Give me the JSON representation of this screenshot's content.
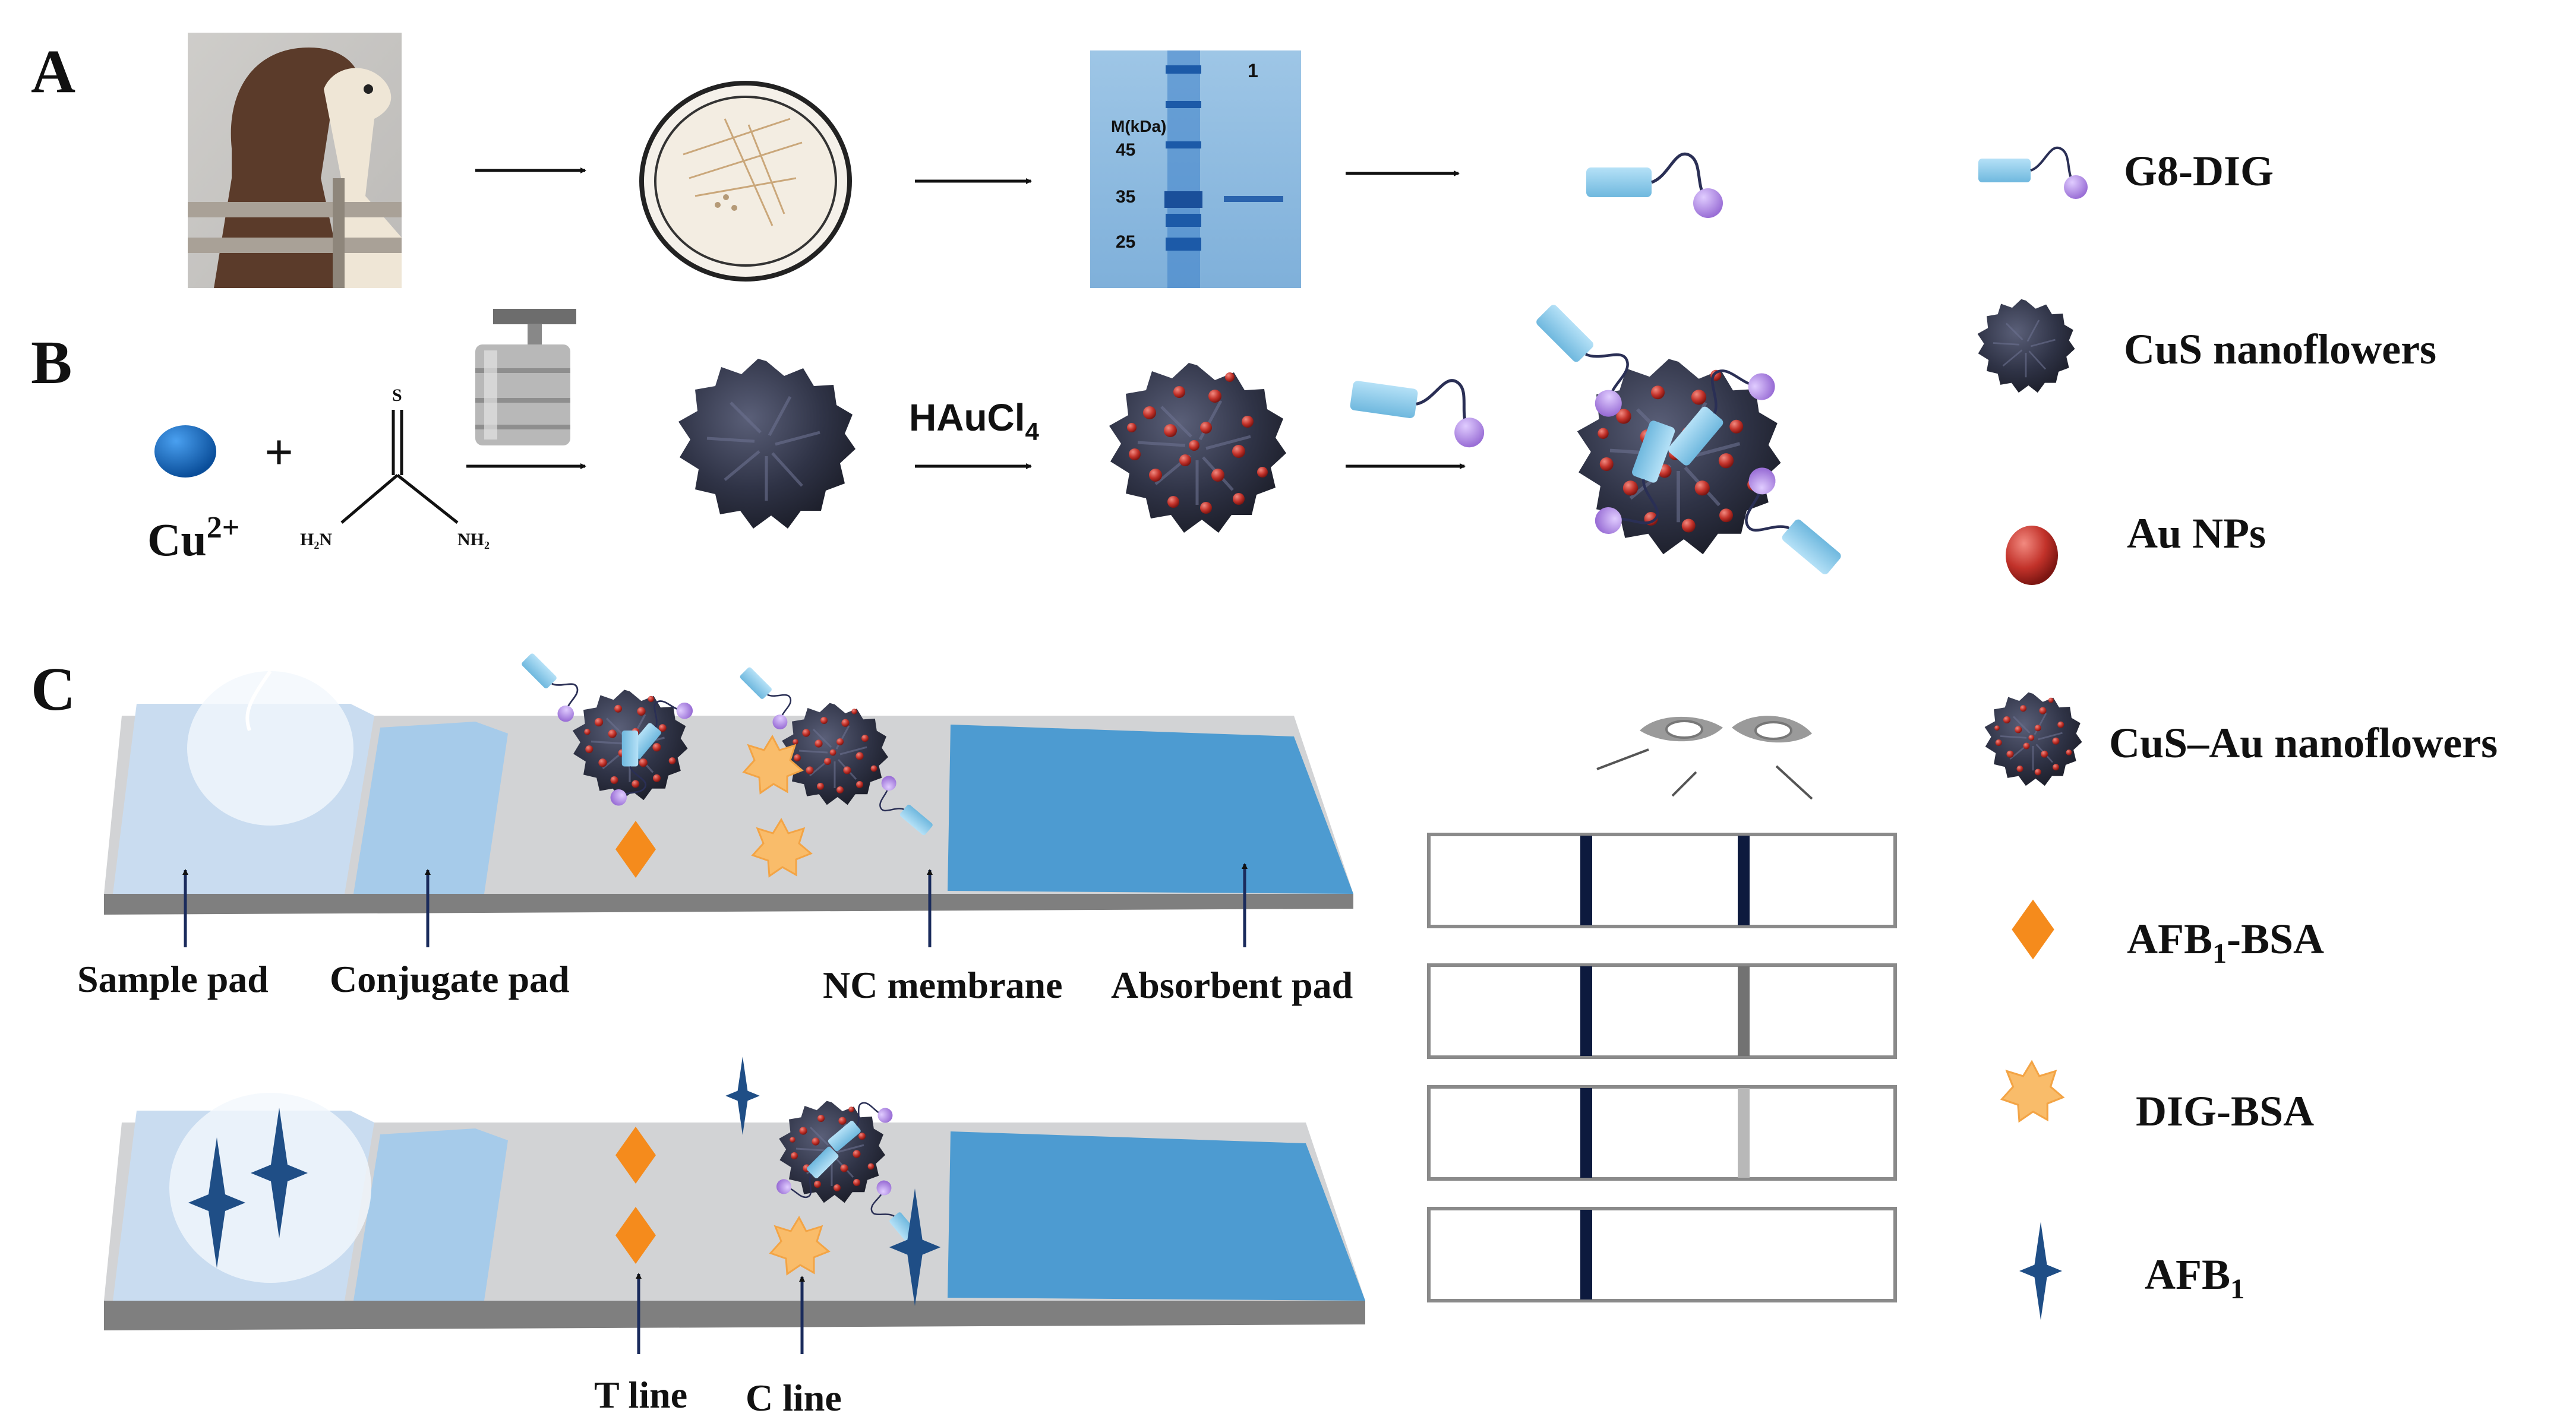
{
  "panels": {
    "a": "A",
    "b": "B",
    "c": "C"
  },
  "gel": {
    "lane": "1",
    "unit": "M(kDa)",
    "markers": [
      "45",
      "35",
      "25"
    ]
  },
  "reaction": {
    "ion": "Cu",
    "ion_charge": "2+",
    "s_atom": "S",
    "amine_left": "H₂N",
    "amine_right": "NH₂",
    "reagent": "HAuCl",
    "reagent_sub": "4"
  },
  "strip_labels": {
    "sample_pad": "Sample pad",
    "conjugate_pad": "Conjugate pad",
    "nc_membrane": "NC membrane",
    "absorbent_pad": "Absorbent pad",
    "t_line": "T line",
    "c_line": "C line"
  },
  "legend": {
    "g8_dig": "G8-DIG",
    "cus": "CuS nanoflowers",
    "au": "Au NPs",
    "cus_au": "CuS–Au nanoflowers",
    "afb1_bsa_pre": "AFB",
    "afb1_bsa_sub": "1",
    "afb1_bsa_post": "-BSA",
    "dig_bsa": "DIG-BSA",
    "afb1_pre": "AFB",
    "afb1_sub": "1"
  },
  "colors": {
    "antibody": "#8ecbe9",
    "dig": "#b48be0",
    "flower": "#2c2f3f",
    "au": "#c2322a",
    "afb1_bsa": "#f58b1c",
    "dig_bsa": "#f9bc6a",
    "afb1": "#1f4e86",
    "pad_blue": "#4d9bd1"
  },
  "strip_results": {
    "c_line_intensity": [
      1,
      1,
      1,
      1
    ],
    "t_line_intensity": [
      1,
      0.55,
      0.22,
      0
    ]
  }
}
